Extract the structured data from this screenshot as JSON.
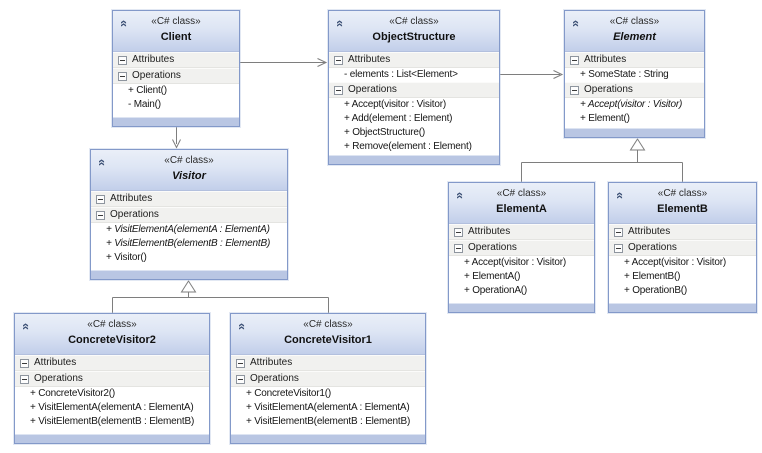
{
  "diagram": {
    "kind": "uml-class-diagram",
    "pattern": "Visitor",
    "language_stereotype": "«C# class»"
  },
  "icons": {
    "collapse_chevron": "«"
  },
  "colors": {
    "canvas_bg": "#ffffff",
    "box_border": "#8399c9",
    "header_gradient_top": "#eaeff8",
    "header_gradient_bottom": "#c2cfea",
    "section_row_bg": "#f1f1ef",
    "bottom_strip": "#b9c6e3",
    "connector": "#7e7e7e",
    "text": "#161616"
  },
  "classes": [
    {
      "id": "client",
      "stereotype": "«C# class»",
      "name": "Client",
      "abstract": false,
      "sections": [
        {
          "label": "Attributes",
          "members": []
        },
        {
          "label": "Operations",
          "members": [
            {
              "text": "+ Client()",
              "italic": false
            },
            {
              "text": "- Main()",
              "italic": false
            }
          ]
        }
      ]
    },
    {
      "id": "objectStructure",
      "stereotype": "«C# class»",
      "name": "ObjectStructure",
      "abstract": false,
      "sections": [
        {
          "label": "Attributes",
          "members": [
            {
              "text": "- elements : List<Element>",
              "italic": false
            }
          ]
        },
        {
          "label": "Operations",
          "members": [
            {
              "text": "+ Accept(visitor : Visitor)",
              "italic": false
            },
            {
              "text": "+ Add(element : Element)",
              "italic": false
            },
            {
              "text": "+ ObjectStructure()",
              "italic": false
            },
            {
              "text": "+ Remove(element : Element)",
              "italic": false
            }
          ]
        }
      ]
    },
    {
      "id": "element",
      "stereotype": "«C# class»",
      "name": "Element",
      "abstract": true,
      "sections": [
        {
          "label": "Attributes",
          "members": [
            {
              "text": "+ SomeState : String",
              "italic": false
            }
          ]
        },
        {
          "label": "Operations",
          "members": [
            {
              "text": "+ Accept(visitor : Visitor)",
              "italic": true
            },
            {
              "text": "+ Element()",
              "italic": false
            }
          ]
        }
      ]
    },
    {
      "id": "visitor",
      "stereotype": "«C# class»",
      "name": "Visitor",
      "abstract": true,
      "sections": [
        {
          "label": "Attributes",
          "members": []
        },
        {
          "label": "Operations",
          "members": [
            {
              "text": "+ VisitElementA(elementA : ElementA)",
              "italic": true
            },
            {
              "text": "+ VisitElementB(elementB : ElementB)",
              "italic": true
            },
            {
              "text": "+ Visitor()",
              "italic": false
            }
          ]
        }
      ]
    },
    {
      "id": "elementA",
      "stereotype": "«C# class»",
      "name": "ElementA",
      "abstract": false,
      "sections": [
        {
          "label": "Attributes",
          "members": []
        },
        {
          "label": "Operations",
          "members": [
            {
              "text": "+ Accept(visitor : Visitor)",
              "italic": false
            },
            {
              "text": "+ ElementA()",
              "italic": false
            },
            {
              "text": "+ OperationA()",
              "italic": false
            }
          ]
        }
      ]
    },
    {
      "id": "elementB",
      "stereotype": "«C# class»",
      "name": "ElementB",
      "abstract": false,
      "sections": [
        {
          "label": "Attributes",
          "members": []
        },
        {
          "label": "Operations",
          "members": [
            {
              "text": "+ Accept(visitor : Visitor)",
              "italic": false
            },
            {
              "text": "+ ElementB()",
              "italic": false
            },
            {
              "text": "+ OperationB()",
              "italic": false
            }
          ]
        }
      ]
    },
    {
      "id": "concreteVisitor2",
      "stereotype": "«C# class»",
      "name": "ConcreteVisitor2",
      "abstract": false,
      "sections": [
        {
          "label": "Attributes",
          "members": []
        },
        {
          "label": "Operations",
          "members": [
            {
              "text": "+ ConcreteVisitor2()",
              "italic": false
            },
            {
              "text": "+ VisitElementA(elementA : ElementA)",
              "italic": false
            },
            {
              "text": "+ VisitElementB(elementB : ElementB)",
              "italic": false
            }
          ]
        }
      ]
    },
    {
      "id": "concreteVisitor1",
      "stereotype": "«C# class»",
      "name": "ConcreteVisitor1",
      "abstract": false,
      "sections": [
        {
          "label": "Attributes",
          "members": []
        },
        {
          "label": "Operations",
          "members": [
            {
              "text": "+ ConcreteVisitor1()",
              "italic": false
            },
            {
              "text": "+ VisitElementA(elementA : ElementA)",
              "italic": false
            },
            {
              "text": "+ VisitElementB(elementB : ElementB)",
              "italic": false
            }
          ]
        }
      ]
    }
  ],
  "connectors": [
    {
      "type": "association",
      "from": "Client",
      "to": "ObjectStructure"
    },
    {
      "type": "association",
      "from": "ObjectStructure",
      "to": "Element"
    },
    {
      "type": "association",
      "from": "Client",
      "to": "Visitor"
    },
    {
      "type": "inheritance",
      "parent": "Element",
      "children": [
        "ElementA",
        "ElementB"
      ]
    },
    {
      "type": "inheritance",
      "parent": "Visitor",
      "children": [
        "ConcreteVisitor2",
        "ConcreteVisitor1"
      ]
    }
  ]
}
